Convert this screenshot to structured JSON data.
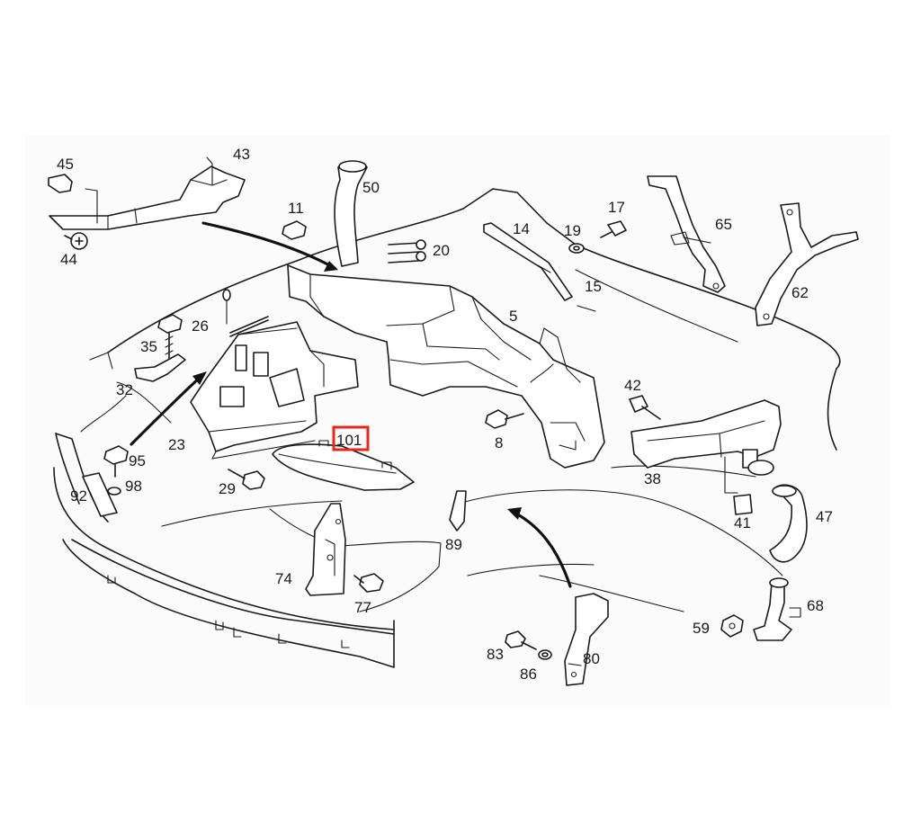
{
  "diagram": {
    "callouts": [
      {
        "id": "c45",
        "text": "45"
      },
      {
        "id": "c43",
        "text": "43"
      },
      {
        "id": "c44",
        "text": "44"
      },
      {
        "id": "c11",
        "text": "11"
      },
      {
        "id": "c50",
        "text": "50"
      },
      {
        "id": "c14",
        "text": "14"
      },
      {
        "id": "c19",
        "text": "19"
      },
      {
        "id": "c17",
        "text": "17"
      },
      {
        "id": "c65",
        "text": "65"
      },
      {
        "id": "c20",
        "text": "20"
      },
      {
        "id": "c15",
        "text": "15"
      },
      {
        "id": "c62",
        "text": "62"
      },
      {
        "id": "c5",
        "text": "5"
      },
      {
        "id": "c26",
        "text": "26"
      },
      {
        "id": "c35",
        "text": "35"
      },
      {
        "id": "c32",
        "text": "32"
      },
      {
        "id": "c42",
        "text": "42"
      },
      {
        "id": "c8",
        "text": "8"
      },
      {
        "id": "c101",
        "text": "101"
      },
      {
        "id": "c23",
        "text": "23"
      },
      {
        "id": "c95",
        "text": "95"
      },
      {
        "id": "c38",
        "text": "38"
      },
      {
        "id": "c29",
        "text": "29"
      },
      {
        "id": "c92",
        "text": "92"
      },
      {
        "id": "c98",
        "text": "98"
      },
      {
        "id": "c41",
        "text": "41"
      },
      {
        "id": "c47",
        "text": "47"
      },
      {
        "id": "c89",
        "text": "89"
      },
      {
        "id": "c74",
        "text": "74"
      },
      {
        "id": "c77",
        "text": "77"
      },
      {
        "id": "c68",
        "text": "68"
      },
      {
        "id": "c59",
        "text": "59"
      },
      {
        "id": "c83",
        "text": "83"
      },
      {
        "id": "c80",
        "text": "80"
      },
      {
        "id": "c86",
        "text": "86"
      }
    ],
    "highlighted": "101",
    "highlight_color": "#e8271b",
    "line_color": "#1a1a1a",
    "background": "#fbfbfb"
  }
}
